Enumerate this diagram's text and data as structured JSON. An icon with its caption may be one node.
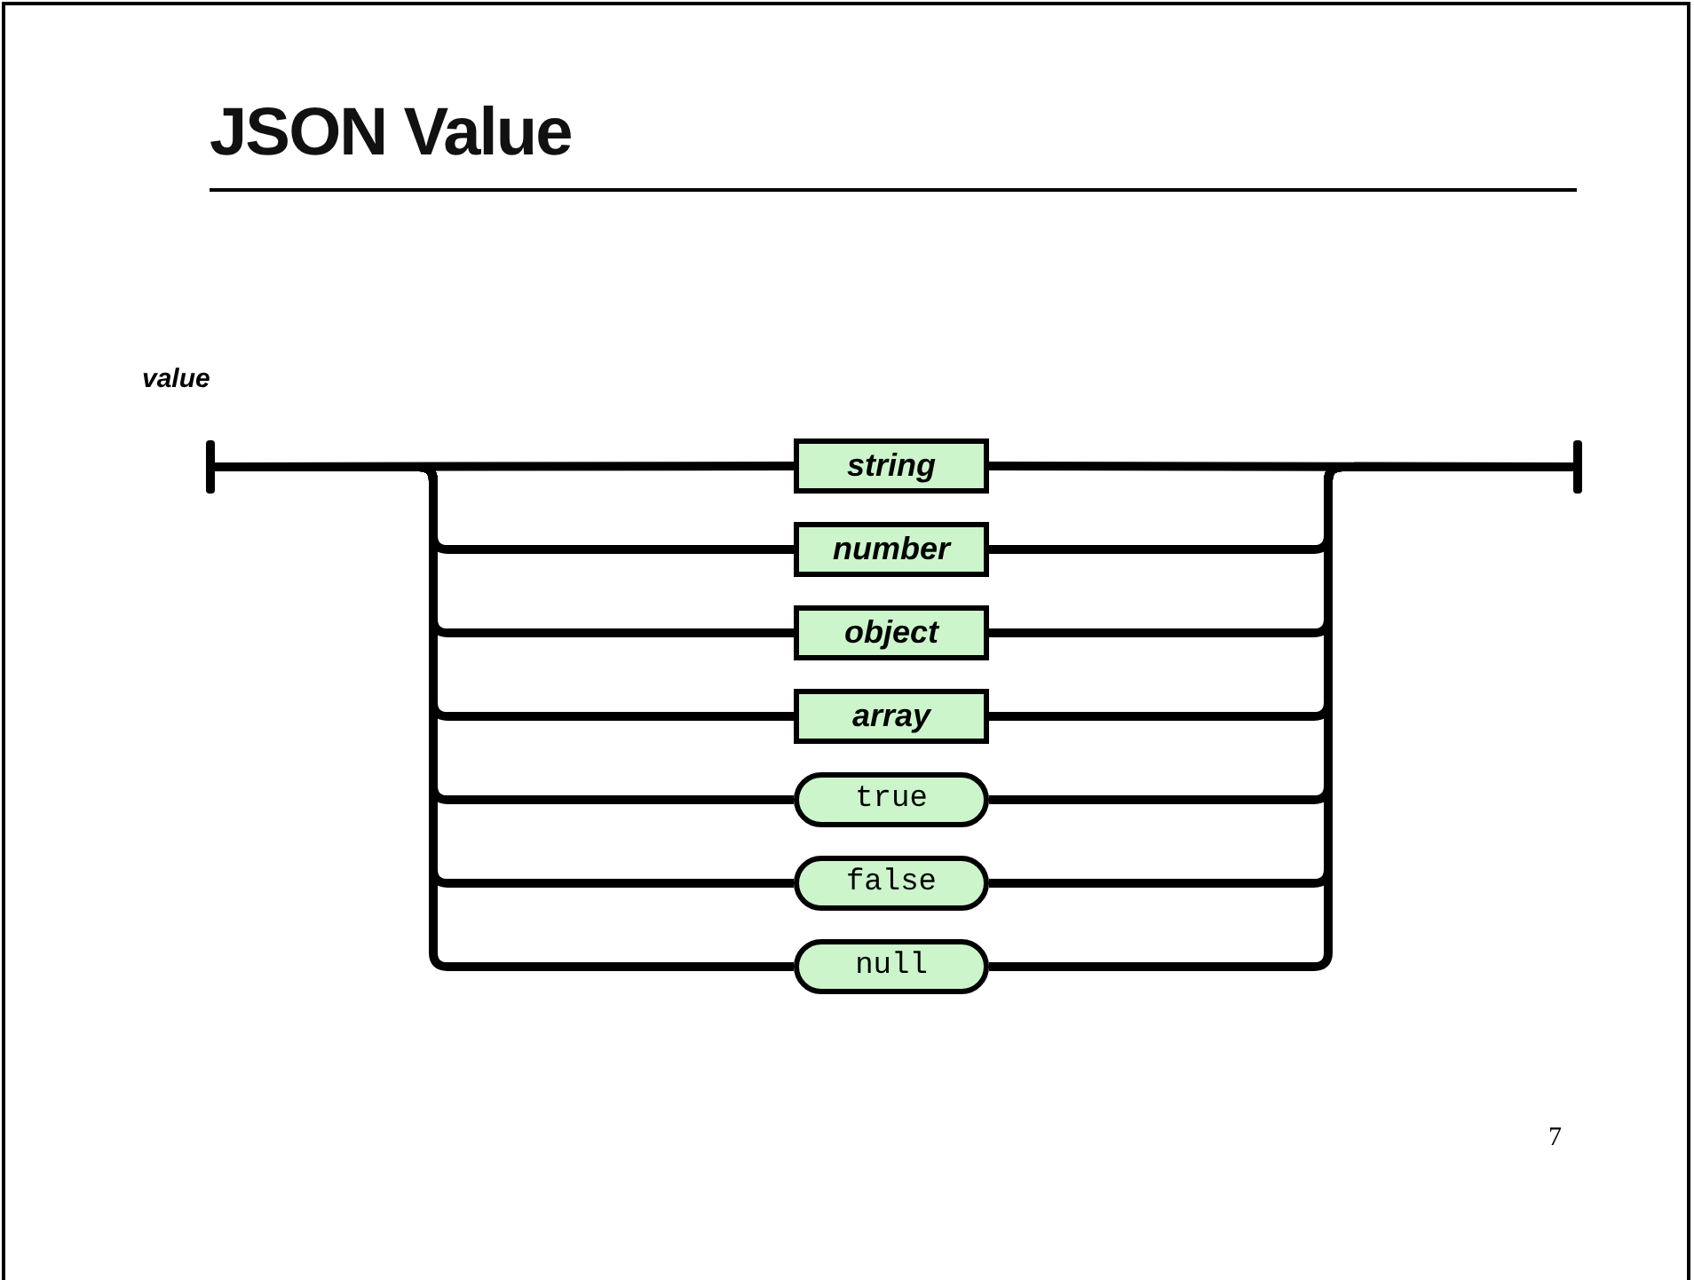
{
  "diagram": {
    "title": "JSON Value",
    "nodes": [
      {
        "text": [],
        "shape": "bar"
      },
      {
        "text": [
          "string"
        ]
      },
      {
        "text": [
          "number"
        ]
      },
      {
        "text": [
          "object"
        ]
      },
      {
        "text": [
          "array"
        ]
      },
      {
        "text": [
          "true"
        ]
      },
      {
        "text": [
          "false"
        ]
      },
      {
        "text": [
          "null"
        ]
      },
      {
        "text": [],
        "shape": "bar"
      }
    ],
    "edges": [
      {
        "from": 0,
        "to": 1,
        "arrow": "none"
      },
      {
        "from": 0,
        "to": 2,
        "arrow": "none"
      },
      {
        "from": 0,
        "to": 3,
        "arrow": "none"
      },
      {
        "from": 0,
        "to": 4,
        "arrow": "none"
      },
      {
        "from": 0,
        "to": 5,
        "arrow": "none"
      },
      {
        "from": 0,
        "to": 6,
        "arrow": "none"
      },
      {
        "from": 0,
        "to": 7,
        "arrow": "none"
      },
      {
        "from": 1,
        "to": 8,
        "arrow": "none"
      },
      {
        "from": 2,
        "to": 8,
        "arrow": "none"
      },
      {
        "from": 3,
        "to": 8,
        "arrow": "none"
      },
      {
        "from": 4,
        "to": 8,
        "arrow": "none"
      },
      {
        "from": 5,
        "to": 8,
        "arrow": "none"
      },
      {
        "from": 6,
        "to": 8,
        "arrow": "none"
      },
      {
        "from": 7,
        "to": 8,
        "arrow": "none"
      }
    ],
    "labels": [
      "value",
      "7"
    ]
  }
}
